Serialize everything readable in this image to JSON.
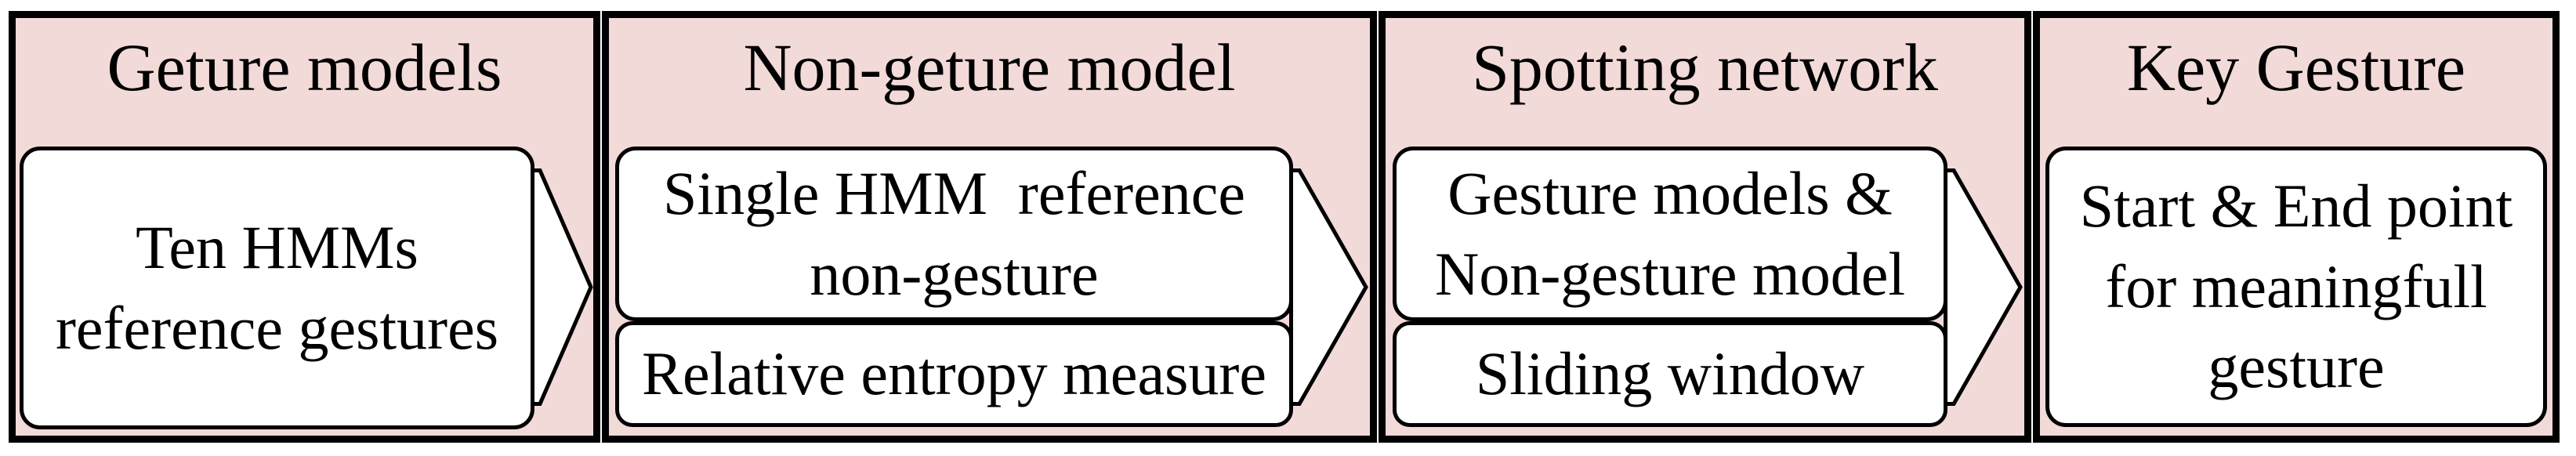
{
  "colors": {
    "page_background": "#FFFFFF",
    "panel_background": "#F2DAD8",
    "stage_box_background": "#FFFFFF",
    "outline": "#000000",
    "text": "#000000"
  },
  "diagram_type": "gesture-spotting-pipeline",
  "panels": [
    {
      "title": "Geture models",
      "boxes": [
        {
          "text": "Ten HMMs\nreference gestures"
        }
      ],
      "arrow_to_next": true
    },
    {
      "title": "Non-geture model",
      "boxes": [
        {
          "text": "Single HMM  reference\nnon-gesture"
        },
        {
          "text": "Relative entropy measure"
        }
      ],
      "arrow_to_next": true
    },
    {
      "title": "Spotting network",
      "boxes": [
        {
          "text": "Gesture models &\nNon-gesture model"
        },
        {
          "text": "Sliding window"
        }
      ],
      "arrow_to_next": true
    },
    {
      "title": "Key Gesture",
      "boxes": [
        {
          "text": "Start & End point\nfor meaningfull\ngesture"
        }
      ],
      "arrow_to_next": false
    }
  ]
}
